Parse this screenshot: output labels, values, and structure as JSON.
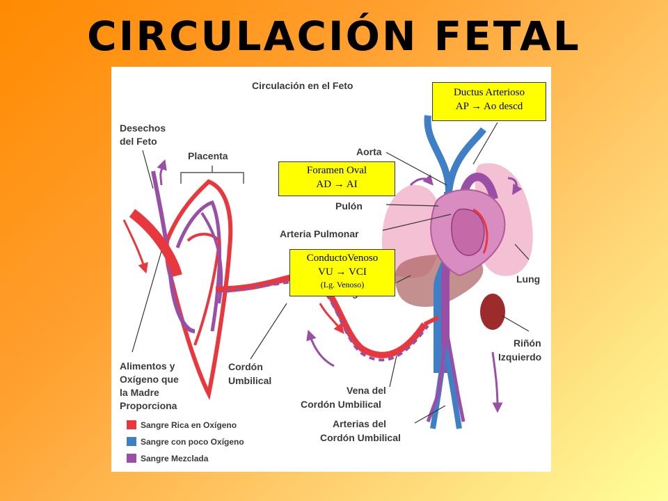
{
  "slide": {
    "title": "CIRCULACIÓN FETAL"
  },
  "diagram": {
    "heading": "Circulación en el Feto",
    "labels": {
      "desechos": [
        "Desechos",
        "del Feto"
      ],
      "placenta": "Placenta",
      "aorta": "Aorta",
      "pulmon": "Pulón",
      "arteria_pulmonar": "Arteria Pulmonar",
      "higado": "Hígado",
      "lung": "Lung",
      "rinon": [
        "Riñón",
        "Izquierdo"
      ],
      "alimentos": [
        "Alimentos y",
        "Oxígeno que",
        "la Madre",
        "Proporciona"
      ],
      "cordon": [
        "Cordón",
        "Umbilical"
      ],
      "vena": [
        "Vena del",
        "Cordón Umbilical"
      ],
      "arterias": [
        "Arterias del",
        "Cordón Umbilical"
      ]
    },
    "legend": [
      {
        "label": "Sangre Rica en Oxígeno",
        "color": "#e8383d"
      },
      {
        "label": "Sangre con poco Oxígeno",
        "color": "#3f7fc6"
      },
      {
        "label": "Sangre Mezclada",
        "color": "#9a4fa6"
      }
    ],
    "callouts": {
      "ductus": {
        "line1": "Ductus Arterioso",
        "line2": "AP → Ao descd"
      },
      "foramen": {
        "line1": "Foramen Oval",
        "line2": "AD → AI"
      },
      "conducto": {
        "line1": "ConductoVenoso",
        "line2": "VU → VCI",
        "line3": "(Lg. Venoso)"
      }
    }
  }
}
